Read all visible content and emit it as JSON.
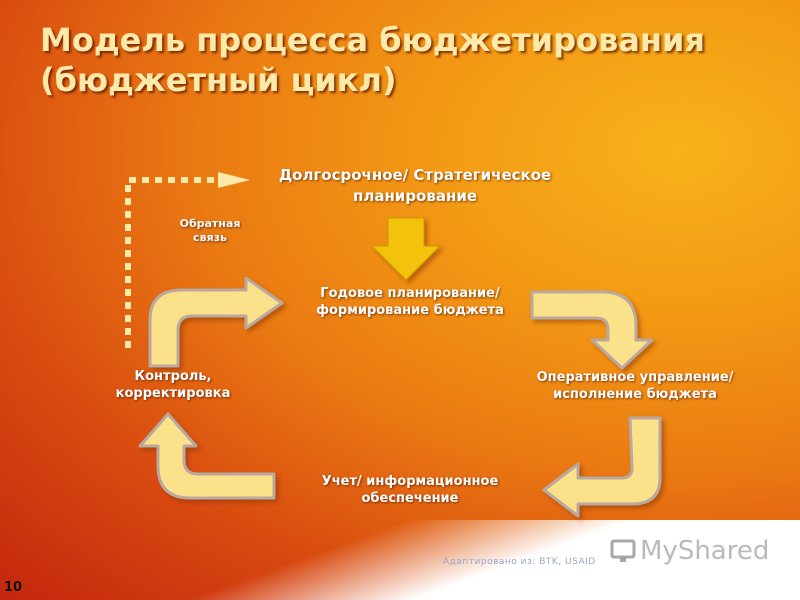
{
  "title": {
    "line1": "Модель процесса бюджетирования",
    "line2": "(бюджетный цикл)"
  },
  "diagram": {
    "strategic_line1": "Долгосрочное/  Стратегическое",
    "strategic_line2": "планирование",
    "annual_line1": "Годовое планирование/",
    "annual_line2": "формирование бюджета",
    "operational_line1": "Оперативное управление/",
    "operational_line2": "исполнение бюджета",
    "accounting_line1": "Учет/ информационное",
    "accounting_line2": "обеспечение",
    "control_line1": "Контроль,",
    "control_line2": "корректировка",
    "feedback_line1": "Обратная",
    "feedback_line2": "связь"
  },
  "footer": {
    "source": "Адаптировано из: BTK, USAID"
  },
  "watermark": "MyShared",
  "page_number": "10",
  "colors": {
    "arrow_fill": "#fbe18a",
    "arrow_border": "#b9a9a0",
    "down_arrow": "#f4c20d",
    "dotted_line": "#ffe9a8"
  }
}
